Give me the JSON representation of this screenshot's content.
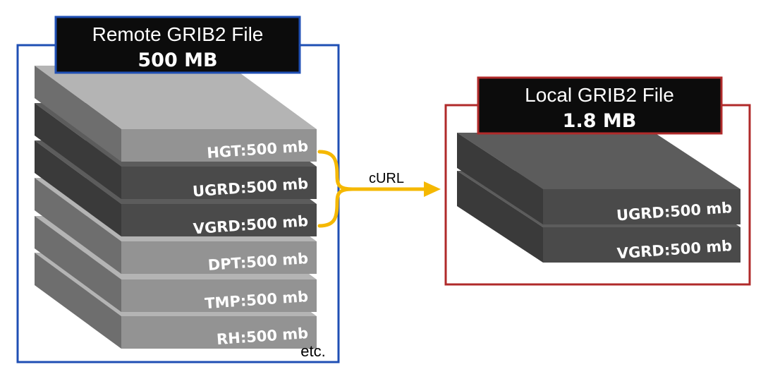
{
  "remote": {
    "title": "Remote GRIB2 File",
    "size": "500 MB",
    "border_color": "#1f4fb4",
    "layers": [
      {
        "label": "HGT:500 mb",
        "tone": "light",
        "selected": false
      },
      {
        "label": "UGRD:500 mb",
        "tone": "dark",
        "selected": true
      },
      {
        "label": "VGRD:500 mb",
        "tone": "dark",
        "selected": true
      },
      {
        "label": "DPT:500 mb",
        "tone": "light",
        "selected": false
      },
      {
        "label": "TMP:500 mb",
        "tone": "light",
        "selected": false
      },
      {
        "label": "RH:500 mb",
        "tone": "light",
        "selected": false
      }
    ],
    "more_label": "etc."
  },
  "transfer": {
    "label": "cURL",
    "color": "#f5b800"
  },
  "local": {
    "title": "Local GRIB2 File",
    "size": "1.8 MB",
    "border_color": "#b02a2a",
    "layers": [
      {
        "label": "UGRD:500 mb",
        "tone": "dark"
      },
      {
        "label": "VGRD:500 mb",
        "tone": "dark"
      }
    ]
  },
  "colors": {
    "light_top": "#b4b4b4",
    "light_front": "#939393",
    "light_side": "#6e6e6e",
    "dark_top": "#5c5c5c",
    "dark_front": "#4a4a4a",
    "dark_side": "#3a3a3a",
    "title_bg": "#0c0c0c"
  }
}
